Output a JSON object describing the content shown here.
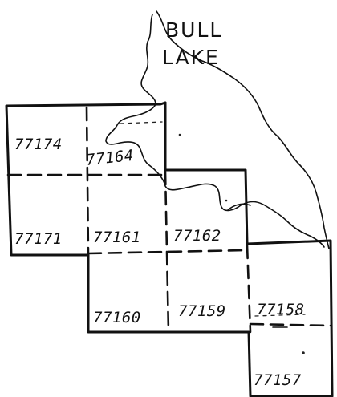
{
  "lake": {
    "name_line1": "BULL",
    "name_line2": "LAKE"
  },
  "tracts": [
    {
      "id": "77174"
    },
    {
      "id": "77164"
    },
    {
      "id": "77171"
    },
    {
      "id": "77161"
    },
    {
      "id": "77162"
    },
    {
      "id": "77160"
    },
    {
      "id": "77159"
    },
    {
      "id": "77158"
    },
    {
      "id": "77157"
    }
  ],
  "colors": {
    "ink": "#111111",
    "paper": "#ffffff"
  }
}
